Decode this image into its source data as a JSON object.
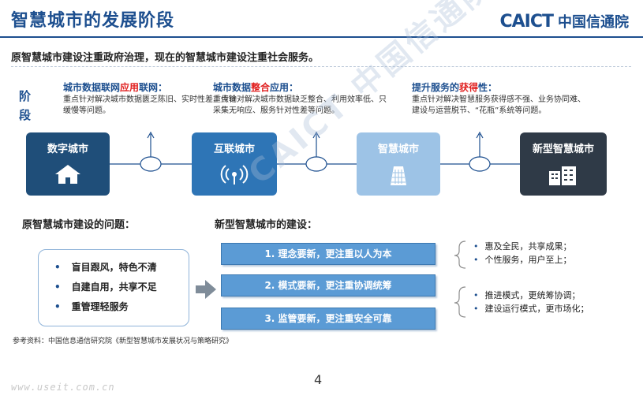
{
  "header": {
    "title": "智慧城市的发展阶段",
    "logo_mark": "CAICT",
    "logo_text": "中国信通院"
  },
  "subtitle": "原智慧城市建设注重政府治理，现在的智慧城市建设注重社会服务。",
  "stage_label": "阶段",
  "phases": [
    {
      "title_a": "城市数据联网",
      "title_hl": "应用",
      "title_b": "联网：",
      "desc": "重点针对解决城市数据匮乏陈旧、实时性差、传输缓慢等问题。"
    },
    {
      "title_a": "城市数据",
      "title_hl": "整合",
      "title_b": "应用：",
      "desc": "重点针对解决城市数据缺乏整合、利用效率低、只采集无响应、服务针对性差等问题。"
    },
    {
      "title_a": "提升服务的",
      "title_hl": "获得",
      "title_b": "性：",
      "desc": "重点针对解决智慧服务获得感不强、业务协同难、建设与运营脱节、“花瓶”系统等问题。"
    }
  ],
  "stages": [
    {
      "label": "数字城市",
      "icon": "house-icon"
    },
    {
      "label": "互联城市",
      "icon": "wireless-icon"
    },
    {
      "label": "智慧城市",
      "icon": "building-icon"
    },
    {
      "label": "新型智慧城市",
      "icon": "city-icon"
    }
  ],
  "problems": {
    "title": "原智慧城市建设的问题：",
    "items": [
      "盲目跟风，特色不清",
      "自建自用，共享不足",
      "重管理轻服务"
    ]
  },
  "construction": {
    "title": "新型智慧城市的建设：",
    "items": [
      "1. 理念要新，更注重以人为本",
      "2. 模式要新，更注重协调统筹",
      "3. 监管要新，更注重安全可靠"
    ]
  },
  "notes1": [
    "惠及全民，共享成果；",
    "个性服务，用户至上；"
  ],
  "notes2": [
    "推进模式，更统筹协调；",
    "建设运行模式，更市场化；"
  ],
  "reference": "参考资料：中国信息通信研究院《新型智慧城市发展状况与策略研究》",
  "page_number": "4",
  "site": "www.useit.com.cn",
  "watermark": "CAICT 中国信通院",
  "colors": {
    "primary": "#1d4f8f",
    "highlight": "#e02020",
    "stage1": "#1f4e79",
    "stage2": "#2e75b6",
    "stage3": "#9dc3e6",
    "stage4": "#2f3a47"
  }
}
